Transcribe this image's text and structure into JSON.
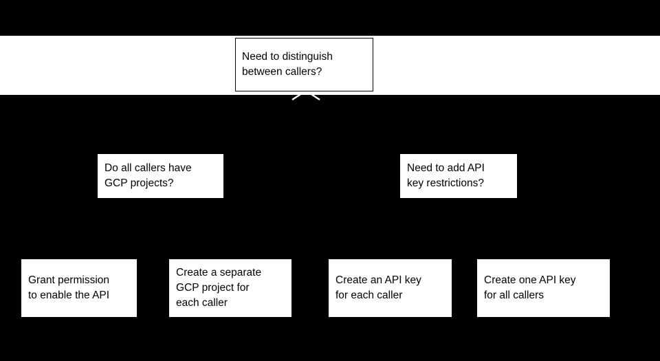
{
  "diagram": {
    "type": "decision-tree-flowchart",
    "background_color": "#000000",
    "node_fill_color": "#ffffff",
    "node_text_color": "#000000",
    "root": {
      "id": "root-question",
      "text": "Need to distinguish\nbetween callers?",
      "shape": "rectangle-outlined"
    },
    "decisions": [
      {
        "id": "decision-gcp-projects",
        "text": "Do all callers have\nGCP projects?",
        "shape": "rectangle"
      },
      {
        "id": "decision-api-key-restrictions",
        "text": "Need to add API\nkey restrictions?",
        "shape": "rectangle"
      }
    ],
    "outcomes": [
      {
        "id": "outcome-grant-permission",
        "text": "Grant permission\nto enable the API",
        "shape": "rectangle"
      },
      {
        "id": "outcome-separate-gcp-project",
        "text": "Create a separate\nGCP project for\neach caller",
        "shape": "rectangle"
      },
      {
        "id": "outcome-api-key-each-caller",
        "text": "Create an API key\nfor each caller",
        "shape": "rectangle"
      },
      {
        "id": "outcome-one-api-key-all",
        "text": "Create one API key\nfor all callers",
        "shape": "rectangle"
      }
    ],
    "connectors": [
      {
        "id": "root-branch-chevron",
        "shape": "chevron-up",
        "color": "#ffffff"
      }
    ]
  }
}
